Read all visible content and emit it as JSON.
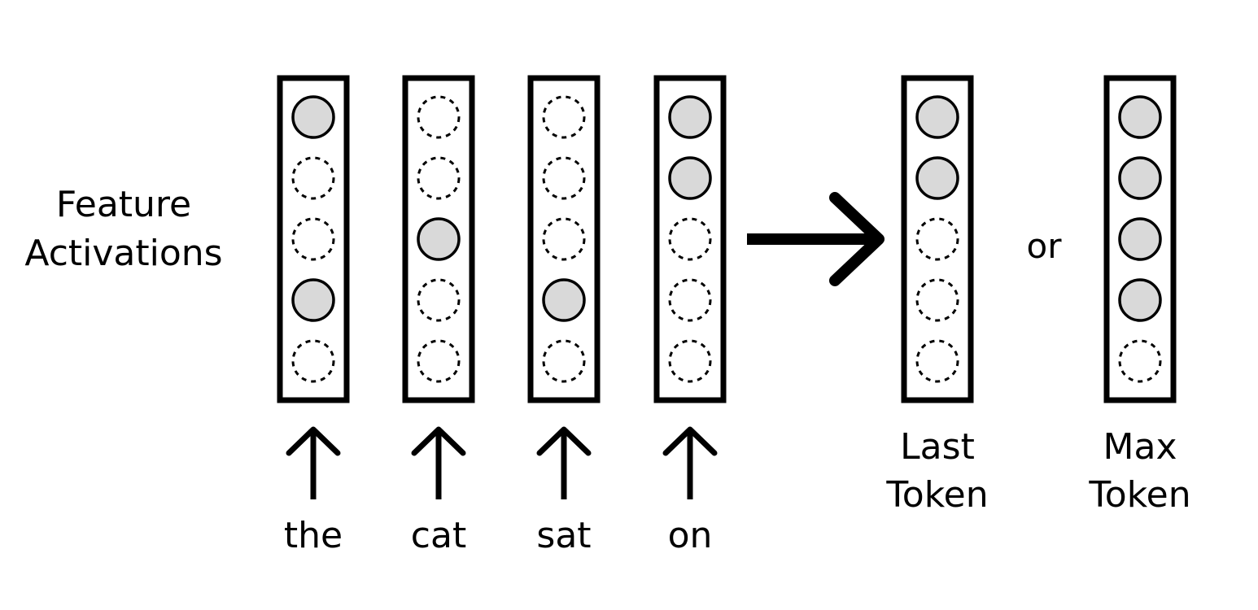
{
  "title_lines": [
    "Feature",
    "Activations"
  ],
  "tokens": [
    {
      "word": "the",
      "active": [
        true,
        false,
        false,
        true,
        false
      ]
    },
    {
      "word": "cat",
      "active": [
        false,
        false,
        true,
        false,
        false
      ]
    },
    {
      "word": "sat",
      "active": [
        false,
        false,
        false,
        true,
        false
      ]
    },
    {
      "word": "on",
      "active": [
        true,
        true,
        false,
        false,
        false
      ]
    }
  ],
  "results": [
    {
      "label_lines": [
        "Last",
        "Token"
      ],
      "active": [
        true,
        true,
        false,
        false,
        false
      ]
    },
    {
      "label_lines": [
        "Max",
        "Token"
      ],
      "active": [
        true,
        true,
        true,
        true,
        false
      ]
    }
  ],
  "or_label": "or",
  "colors": {
    "stroke": "#000000",
    "active_fill": "#d9d9d9",
    "inactive_fill": "#ffffff",
    "background": "#ffffff"
  }
}
